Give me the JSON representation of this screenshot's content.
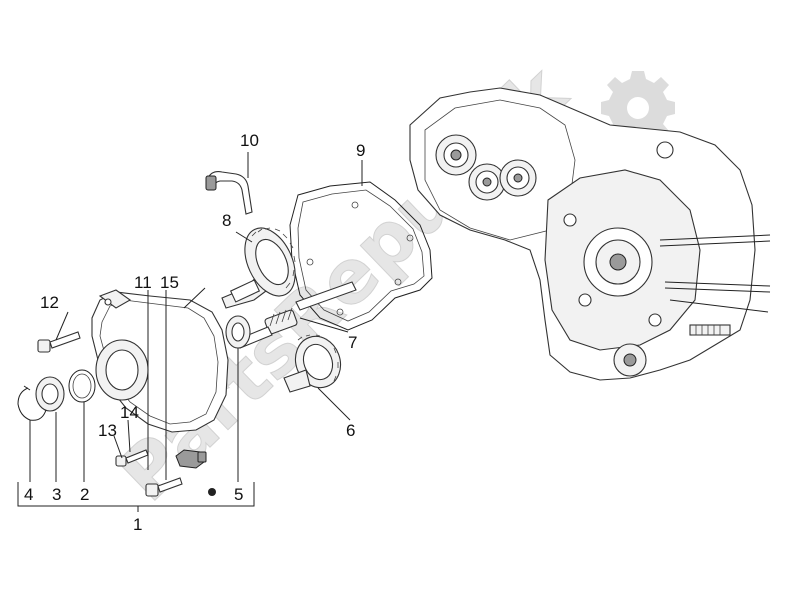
{
  "watermark": {
    "text": "PartsRepublik",
    "icon": "gear-icon"
  },
  "callouts": {
    "c1": "1",
    "c2": "2",
    "c3": "3",
    "c4": "4",
    "c5": "5",
    "c6": "6",
    "c7": "7",
    "c8": "8",
    "c9": "9",
    "c10": "10",
    "c11": "11",
    "c12": "12",
    "c13": "13",
    "c14": "14",
    "c15": "15"
  }
}
